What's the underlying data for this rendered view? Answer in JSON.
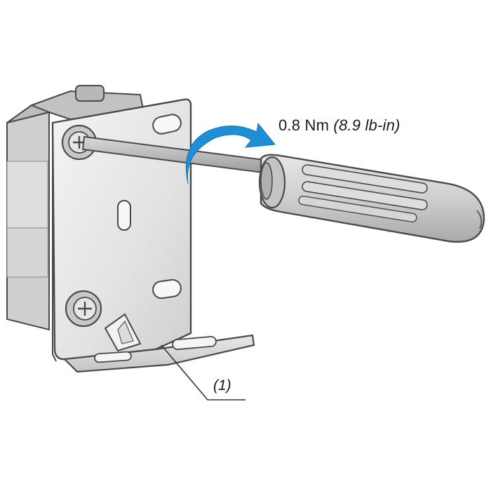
{
  "torque": {
    "metric": "0.8 Nm",
    "imperial": "(8.9 lb-in)"
  },
  "callout": {
    "label": "(1)"
  },
  "colors": {
    "arrow": "#1e8fd6",
    "outline": "#4a4a4a",
    "metal_light": "#ececec",
    "metal_mid": "#c9c9c9",
    "metal_dark": "#9a9a9a",
    "handle": "#d3d3d3"
  }
}
